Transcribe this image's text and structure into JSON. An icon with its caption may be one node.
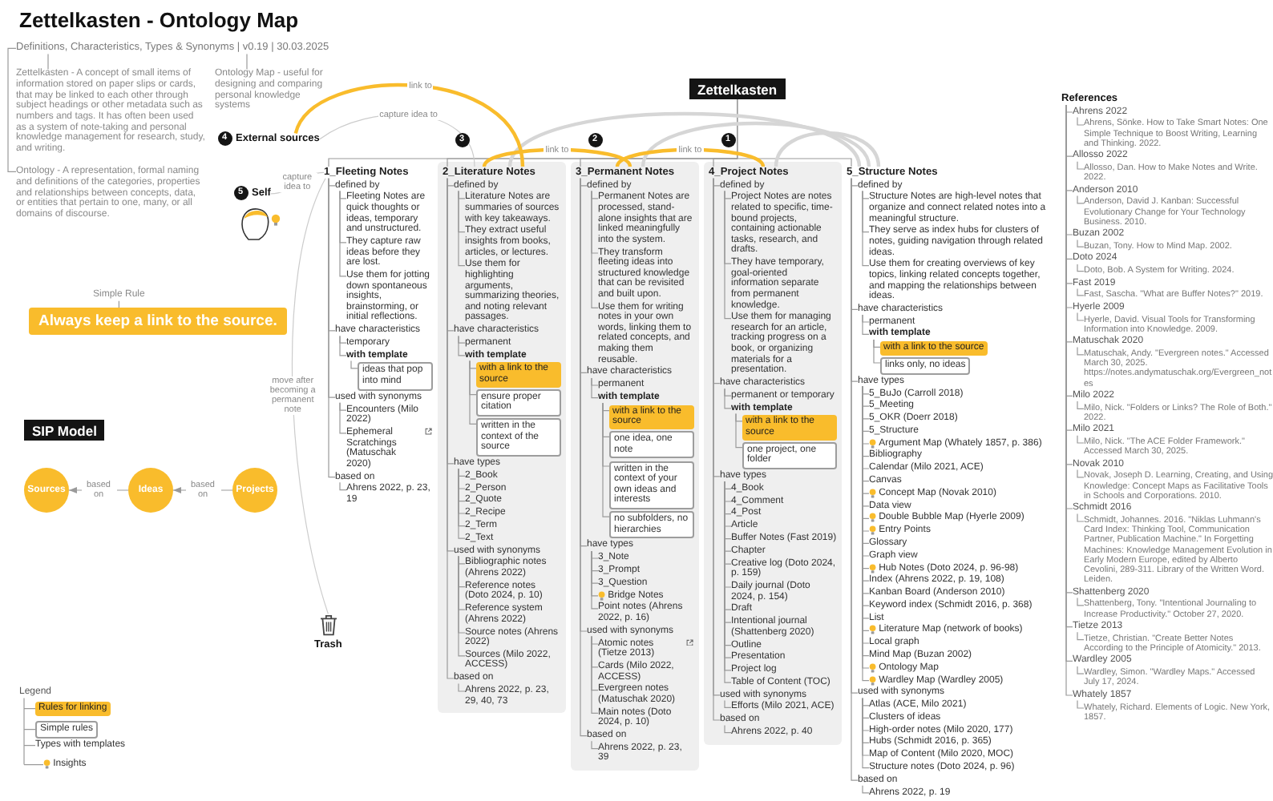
{
  "diagram": {
    "title": "Zettelkasten - Ontology Map",
    "nodes": [
      {
        "text": [
          "Definitions, Characteristics, Types & Synonyms | v0.19 | 30.03.2025"
        ]
      },
      {
        "text": [
          "Zettelkasten - A concept of small items of information stored on paper slips or cards, that may be linked to each other through subject headings or other metadata such as numbers and tags. It has often been used as a system of note-taking and personal knowledge management for research, study, and writing."
        ]
      },
      {
        "text": [
          "Ontology Map - useful for designing and comparing personal knowledge systems"
        ]
      },
      {
        "text": [
          "Ontology - A representation, formal naming and definitions of the categories, properties and relationships between concepts, data, or entities that pertain to one, many, or all domains of discourse."
        ]
      },
      {
        "text": [
          "Zettelkasten"
        ]
      },
      {
        "text": [
          "4"
        ]
      },
      {
        "text": [
          "External sources"
        ]
      },
      {
        "text": [
          "5"
        ]
      },
      {
        "text": [
          "Self"
        ]
      },
      {
        "text": [
          "Simple Rule"
        ]
      },
      {
        "text": [
          "Always keep a link to the source."
        ]
      },
      {
        "text": [
          "1_Fleeting Notes"
        ]
      },
      {
        "text": [
          "defined by"
        ]
      },
      {
        "text": [
          "Fleeting Notes are quick thoughts or ideas, temporary and unstructured."
        ]
      },
      {
        "text": [
          "They capture raw ideas before they are lost."
        ]
      },
      {
        "text": [
          "Use them for jotting down spontaneous insights, brainstorming, or initial reflections."
        ]
      },
      {
        "text": [
          "have characteristics"
        ]
      },
      {
        "text": [
          "temporary"
        ]
      },
      {
        "text": [
          "with template"
        ]
      },
      {
        "text": [
          "ideas that pop into mind"
        ]
      },
      {
        "text": [
          "used with synonyms"
        ]
      },
      {
        "text": [
          "Encounters (Milo 2022)"
        ]
      },
      {
        "text": [
          "Ephemeral Scratchings (Matuschak 2020)"
        ]
      },
      {
        "text": [
          "based on"
        ]
      },
      {
        "text": [
          "Ahrens 2022, p. 23, 19"
        ]
      },
      {
        "text": [
          "Trash"
        ]
      },
      {
        "text": [
          "3"
        ]
      },
      {
        "text": [],
        "shape": "box"
      },
      {
        "text": [
          "2_Literature Notes"
        ],
        "in": 27
      },
      {
        "text": [
          "defined by"
        ],
        "in": 27
      },
      {
        "text": [
          "Literature Notes are summaries of sources with key takeaways."
        ],
        "in": 27
      },
      {
        "text": [
          "They extract useful insights from books, articles, or lectures."
        ],
        "in": 27
      },
      {
        "text": [
          "Use them for highlighting arguments, summarizing theories, and noting relevant passages."
        ],
        "in": 27
      },
      {
        "text": [
          "have characteristics"
        ],
        "in": 27
      },
      {
        "text": [
          "permanent"
        ],
        "in": 27
      },
      {
        "text": [
          "with template"
        ],
        "in": 27
      },
      {
        "text": [
          "with a link to the source"
        ],
        "in": 27
      },
      {
        "text": [
          "ensure proper citation"
        ],
        "in": 27
      },
      {
        "text": [
          "written in the context of the source"
        ],
        "in": 27
      },
      {
        "text": [
          "have types"
        ],
        "in": 27
      },
      {
        "text": [
          "2_Book"
        ],
        "in": 27
      },
      {
        "text": [
          "2_Person"
        ],
        "in": 27
      },
      {
        "text": [
          "2_Quote"
        ],
        "in": 27
      },
      {
        "text": [
          "2_Recipe"
        ],
        "in": 27
      },
      {
        "text": [
          "2_Term"
        ],
        "in": 27
      },
      {
        "text": [
          "2_Text"
        ],
        "in": 27
      },
      {
        "text": [
          "used with synonyms"
        ],
        "in": 27
      },
      {
        "text": [
          "Bibliographic notes (Ahrens 2022)"
        ],
        "in": 27
      },
      {
        "text": [
          "Reference notes (Doto 2024, p. 10)"
        ],
        "in": 27
      },
      {
        "text": [
          "Reference system (Ahrens 2022)"
        ],
        "in": 27
      },
      {
        "text": [
          "Source notes (Ahrens 2022)"
        ],
        "in": 27
      },
      {
        "text": [
          "Sources (Milo 2022, ACCESS)"
        ],
        "in": 27
      },
      {
        "text": [
          "based on"
        ],
        "in": 27
      },
      {
        "text": [
          "Ahrens 2022, p. 23, 29, 40, 73"
        ],
        "in": 27
      },
      {
        "text": [
          "2"
        ]
      },
      {
        "text": [],
        "shape": "box"
      },
      {
        "text": [
          "3_Permanent Notes"
        ],
        "in": 55
      },
      {
        "text": [
          "defined by"
        ],
        "in": 55
      },
      {
        "text": [
          "Permanent Notes are processed, stand-alone insights that are linked meaningfully into the system."
        ],
        "in": 55
      },
      {
        "text": [
          "They transform fleeting ideas into structured knowledge that can be revisited and built upon."
        ],
        "in": 55
      },
      {
        "text": [
          "Use them for writing notes in your own words, linking them to related concepts, and making them reusable."
        ],
        "in": 55
      },
      {
        "text": [
          "have characteristics"
        ],
        "in": 55
      },
      {
        "text": [
          "permanent"
        ],
        "in": 55
      },
      {
        "text": [
          "with template"
        ],
        "in": 55
      },
      {
        "text": [
          "with a link to the source"
        ],
        "in": 55
      },
      {
        "text": [
          "one idea, one note"
        ],
        "in": 55
      },
      {
        "text": [
          "written in the context of your own ideas and interests"
        ],
        "in": 55
      },
      {
        "text": [
          "no subfolders, no hierarchies"
        ],
        "in": 55
      },
      {
        "text": [
          "have types"
        ],
        "in": 55
      },
      {
        "text": [
          "3_Note"
        ],
        "in": 55
      },
      {
        "text": [
          "3_Prompt"
        ],
        "in": 55
      },
      {
        "text": [
          "3_Question"
        ],
        "in": 55
      },
      {
        "text": [
          "Bridge Notes"
        ],
        "in": 55
      },
      {
        "text": [
          "Point notes (Ahrens 2022, p. 16)"
        ],
        "in": 55
      },
      {
        "text": [
          "used with synonyms"
        ],
        "in": 55
      },
      {
        "text": [
          "Atomic notes (Tietze 2013)"
        ],
        "in": 55
      },
      {
        "text": [
          "Cards (Milo 2022, ACCESS)"
        ],
        "in": 55
      },
      {
        "text": [
          "Evergreen notes (Matuschak 2020)"
        ],
        "in": 55
      },
      {
        "text": [
          "Main notes (Doto 2024, p. 10)"
        ],
        "in": 55
      },
      {
        "text": [
          "based on"
        ],
        "in": 55
      },
      {
        "text": [
          "Ahrens 2022, p. 23, 39"
        ],
        "in": 55
      },
      {
        "text": [
          "1"
        ]
      },
      {
        "text": [],
        "shape": "box"
      },
      {
        "text": [
          "4_Project Notes"
        ],
        "in": 82
      },
      {
        "text": [
          "defined by"
        ],
        "in": 82
      },
      {
        "text": [
          "Project Notes are notes related to specific, time-bound projects, containing actionable tasks, research, and drafts."
        ],
        "in": 82
      },
      {
        "text": [
          "They have temporary, goal-oriented information separate from permanent knowledge."
        ],
        "in": 82
      },
      {
        "text": [
          "Use them for managing research for an article, tracking progress on a book, or organizing materials for a presentation."
        ],
        "in": 82
      },
      {
        "text": [
          "have characteristics"
        ],
        "in": 82
      },
      {
        "text": [
          "permanent or temporary"
        ],
        "in": 82
      },
      {
        "text": [
          "with template"
        ],
        "in": 82
      },
      {
        "text": [
          "with a link to the source"
        ],
        "in": 82
      },
      {
        "text": [
          "one project, one folder"
        ],
        "in": 82
      },
      {
        "text": [
          "have types"
        ],
        "in": 82
      },
      {
        "text": [
          "4_Book"
        ],
        "in": 82
      },
      {
        "text": [
          "4_Comment"
        ],
        "in": 82
      },
      {
        "text": [
          "4_Post"
        ],
        "in": 82
      },
      {
        "text": [
          "Article"
        ],
        "in": 82
      },
      {
        "text": [
          "Buffer Notes (Fast 2019)"
        ],
        "in": 82
      },
      {
        "text": [
          "Chapter"
        ],
        "in": 82
      },
      {
        "text": [
          "Creative log (Doto 2024, p. 159)"
        ],
        "in": 82
      },
      {
        "text": [
          "Daily journal (Doto 2024, p. 154)"
        ],
        "in": 82
      },
      {
        "text": [
          "Draft"
        ],
        "in": 82
      },
      {
        "text": [
          "Intentional journal (Shattenberg 2020)"
        ],
        "in": 82
      },
      {
        "text": [
          "Outline"
        ],
        "in": 82
      },
      {
        "text": [
          "Presentation"
        ],
        "in": 82
      },
      {
        "text": [
          "Project log"
        ],
        "in": 82
      },
      {
        "text": [
          "Table of Content (TOC)"
        ],
        "in": 82
      },
      {
        "text": [
          "used with synonyms"
        ],
        "in": 82
      },
      {
        "text": [
          "Efforts (Milo 2021, ACE)"
        ],
        "in": 82
      },
      {
        "text": [
          "based on"
        ],
        "in": 82
      },
      {
        "text": [
          "Ahrens 2022, p. 40"
        ],
        "in": 82
      },
      {
        "text": [
          "5_Structure Notes"
        ]
      },
      {
        "text": [
          "defined by"
        ]
      },
      {
        "text": [
          "Structure Notes are high-level notes that organize and connect related notes into a meaningful structure."
        ]
      },
      {
        "text": [
          "They serve as index hubs for clusters of notes, guiding navigation through related ideas."
        ]
      },
      {
        "text": [
          "Use them for creating overviews of key topics, linking related concepts together, and mapping the relationships between ideas."
        ]
      },
      {
        "text": [
          "have characteristics"
        ]
      },
      {
        "text": [
          "permanent"
        ]
      },
      {
        "text": [
          "with template"
        ]
      },
      {
        "text": [
          "with a link to the source"
        ]
      },
      {
        "text": [
          "links only, no ideas"
        ]
      },
      {
        "text": [
          "have types"
        ]
      },
      {
        "text": [
          "5_BuJo (Carroll 2018)"
        ]
      },
      {
        "text": [
          "5_Meeting"
        ]
      },
      {
        "text": [
          "5_OKR (Doerr 2018)"
        ]
      },
      {
        "text": [
          "5_Structure"
        ]
      },
      {
        "text": [
          "Argument Map (Whately 1857, p. 386)"
        ]
      },
      {
        "text": [
          "Bibliography"
        ]
      },
      {
        "text": [
          "Calendar (Milo 2021, ACE)"
        ]
      },
      {
        "text": [
          "Canvas"
        ]
      },
      {
        "text": [
          "Concept Map (Novak 2010)"
        ]
      },
      {
        "text": [
          "Data view"
        ]
      },
      {
        "text": [
          "Double Bubble Map (Hyerle 2009)"
        ]
      },
      {
        "text": [
          "Entry Points"
        ]
      },
      {
        "text": [
          "Glossary"
        ]
      },
      {
        "text": [
          "Graph view"
        ]
      },
      {
        "text": [
          "Hub Notes (Doto 2024, p. 96-98)"
        ]
      },
      {
        "text": [
          "Index (Ahrens 2022, p. 19, 108)"
        ]
      },
      {
        "text": [
          "Kanban Board (Anderson 2010)"
        ]
      },
      {
        "text": [
          "Keyword index (Schmidt 2016, p. 368)"
        ]
      },
      {
        "text": [
          "List"
        ]
      },
      {
        "text": [
          "Literature Map (network of books)"
        ]
      },
      {
        "text": [
          "Local graph"
        ]
      },
      {
        "text": [
          "Mind Map (Buzan 2002)"
        ]
      },
      {
        "text": [
          "Ontology Map"
        ]
      },
      {
        "text": [
          "Wardley Map (Wardley 2005)"
        ]
      },
      {
        "text": [
          "used with synonyms"
        ]
      },
      {
        "text": [
          "Atlas (ACE, Milo 2021)"
        ]
      },
      {
        "text": [
          "Clusters of ideas"
        ]
      },
      {
        "text": [
          "High-order notes (Milo 2020, 177)"
        ]
      },
      {
        "text": [
          "Hubs (Schmidt 2016, p. 365)"
        ]
      },
      {
        "text": [
          "Map of Content (Milo 2020, MOC)"
        ]
      },
      {
        "text": [
          "Structure notes (Doto 2024, p. 96)"
        ]
      },
      {
        "text": [
          "based on"
        ]
      },
      {
        "text": [
          "Ahrens 2022, p. 19"
        ]
      },
      {
        "text": [
          "References"
        ]
      },
      {
        "text": [
          "Ahrens 2022"
        ]
      },
      {
        "text": [
          "Ahrens, Sönke. How to Take Smart Notes: One Simple Technique to Boost Writing, Learning and Thinking. 2022."
        ]
      },
      {
        "text": [
          "Allosso 2022"
        ]
      },
      {
        "text": [
          "Allosso, Dan. How to Make Notes and Write. 2022."
        ]
      },
      {
        "text": [
          "Anderson 2010"
        ]
      },
      {
        "text": [
          "Anderson, David J. Kanban: Successful Evolutionary Change for Your Technology Business. 2010."
        ]
      },
      {
        "text": [
          "Buzan 2002"
        ]
      },
      {
        "text": [
          "Buzan, Tony. How to Mind Map. 2002."
        ]
      },
      {
        "text": [
          "Doto 2024"
        ]
      },
      {
        "text": [
          "Doto, Bob. A System for Writing. 2024."
        ]
      },
      {
        "text": [
          "Fast 2019"
        ]
      },
      {
        "text": [
          "Fast, Sascha. \"What are Buffer Notes?\" 2019."
        ]
      },
      {
        "text": [
          "Hyerle 2009"
        ]
      },
      {
        "text": [
          "Hyerle, David. Visual Tools for Transforming Information into Knowledge. 2009."
        ]
      },
      {
        "text": [
          "Matuschak 2020"
        ]
      },
      {
        "text": [
          "Matuschak, Andy. \"Evergreen notes.\" Accessed March 30, 2025. https://notes.andymatuschak.org/Evergreen_notes"
        ]
      },
      {
        "text": [
          "Milo 2022"
        ]
      },
      {
        "text": [
          "Milo, Nick. \"Folders or Links? The Role of Both.\" 2022."
        ]
      },
      {
        "text": [
          "Milo 2021"
        ]
      },
      {
        "text": [
          "Milo, Nick. \"The ACE Folder Framework.\" Accessed March 30, 2025."
        ]
      },
      {
        "text": [
          "Novak 2010"
        ]
      },
      {
        "text": [
          "Novak, Joseph D. Learning, Creating, and Using Knowledge: Concept Maps as Facilitative Tools in Schools and Corporations. 2010."
        ]
      },
      {
        "text": [
          "Schmidt 2016"
        ]
      },
      {
        "text": [
          "Schmidt, Johannes. 2016. \"Niklas Luhmann's Card Index: Thinking Tool, Communication Partner, Publication Machine.\" In Forgetting Machines: Knowledge Management Evolution in Early Modern Europe, edited by Alberto Cevolini, 289-311. Library of the Written Word. Leiden."
        ]
      },
      {
        "text": [
          "Shattenberg 2020"
        ]
      },
      {
        "text": [
          "Shattenberg, Tony. \"Intentional Journaling to Increase Productivity.\" October 27, 2020."
        ]
      },
      {
        "text": [
          "Tietze 2013"
        ]
      },
      {
        "text": [
          "Tietze, Christian. \"Create Better Notes According to the Principle of Atomicity.\" 2013."
        ]
      },
      {
        "text": [
          "Wardley 2005"
        ]
      },
      {
        "text": [
          "Wardley, Simon. \"Wardley Maps.\" Accessed July 17, 2024."
        ]
      },
      {
        "text": [
          "Whately 1857"
        ]
      },
      {
        "text": [
          "Whately, Richard. Elements of Logic. New York, 1857."
        ]
      },
      {
        "text": [
          "SIP Model"
        ]
      },
      {
        "text": [
          "Sources"
        ]
      },
      {
        "text": [
          "Ideas"
        ]
      },
      {
        "text": [
          "Projects"
        ]
      }
    ],
    "edges": [
      {
        "from": 0,
        "to": 1,
        "arrow": "none"
      },
      {
        "from": 0,
        "to": 2,
        "arrow": "none"
      },
      {
        "from": 0,
        "to": 3,
        "arrow": "none"
      },
      {
        "from": 9,
        "to": 10,
        "arrow": "none"
      },
      {
        "from": 4,
        "to": 11,
        "arrow": "none"
      },
      {
        "from": 4,
        "to": 28,
        "arrow": "none"
      },
      {
        "from": 4,
        "to": 56,
        "arrow": "none"
      },
      {
        "from": 4,
        "to": 83,
        "arrow": "none"
      },
      {
        "from": 4,
        "to": 112,
        "arrow": "none"
      },
      {
        "from": 112,
        "to": 28,
        "arrow": "none",
        "style": "thick",
        "color": "#d6d6d6"
      },
      {
        "from": 112,
        "to": 56,
        "arrow": "none",
        "style": "thick",
        "color": "#d6d6d6"
      },
      {
        "from": 112,
        "to": 83,
        "arrow": "none",
        "style": "thick",
        "color": "#d6d6d6"
      },
      {
        "from": 83,
        "to": 56,
        "arrow": "none",
        "label": "link to",
        "style": "thick",
        "color": "#f9bc2c"
      },
      {
        "from": 56,
        "to": 28,
        "arrow": "none",
        "label": "link to",
        "style": "thick",
        "color": "#f9bc2c"
      },
      {
        "from": 28,
        "to": 6,
        "arrow": "none",
        "label": "link to",
        "style": "thick",
        "color": "#f9bc2c"
      },
      {
        "from": 6,
        "to": 28,
        "arrow": "none",
        "label": "capture idea to",
        "color": "#cccccc"
      },
      {
        "from": 8,
        "to": 11,
        "arrow": "none",
        "label": "capture idea to",
        "color": "#cccccc"
      },
      {
        "from": 11,
        "to": 25,
        "arrow": "none",
        "label": "move after becoming a permanent note",
        "color": "#cccccc"
      },
      {
        "from": 11,
        "to": 12,
        "arrow": "none"
      },
      {
        "from": 12,
        "to": 13,
        "arrow": "none"
      },
      {
        "from": 12,
        "to": 14,
        "arrow": "none"
      },
      {
        "from": 12,
        "to": 15,
        "arrow": "none"
      },
      {
        "from": 11,
        "to": 16,
        "arrow": "none"
      },
      {
        "from": 16,
        "to": 17,
        "arrow": "none"
      },
      {
        "from": 16,
        "to": 18,
        "arrow": "none"
      },
      {
        "from": 18,
        "to": 19,
        "arrow": "none"
      },
      {
        "from": 11,
        "to": 20,
        "arrow": "none"
      },
      {
        "from": 20,
        "to": 21,
        "arrow": "none"
      },
      {
        "from": 20,
        "to": 22,
        "arrow": "none"
      },
      {
        "from": 11,
        "to": 23,
        "arrow": "none"
      },
      {
        "from": 23,
        "to": 24,
        "arrow": "none"
      },
      {
        "from": 28,
        "to": 29,
        "arrow": "none"
      },
      {
        "from": 29,
        "to": 30,
        "arrow": "none"
      },
      {
        "from": 29,
        "to": 31,
        "arrow": "none"
      },
      {
        "from": 29,
        "to": 32,
        "arrow": "none"
      },
      {
        "from": 28,
        "to": 33,
        "arrow": "none"
      },
      {
        "from": 33,
        "to": 34,
        "arrow": "none"
      },
      {
        "from": 33,
        "to": 35,
        "arrow": "none"
      },
      {
        "from": 35,
        "to": 36,
        "arrow": "none"
      },
      {
        "from": 35,
        "to": 37,
        "arrow": "none"
      },
      {
        "from": 35,
        "to": 38,
        "arrow": "none"
      },
      {
        "from": 28,
        "to": 39,
        "arrow": "none"
      },
      {
        "from": 39,
        "to": 40,
        "arrow": "none"
      },
      {
        "from": 39,
        "to": 41,
        "arrow": "none"
      },
      {
        "from": 39,
        "to": 42,
        "arrow": "none"
      },
      {
        "from": 39,
        "to": 43,
        "arrow": "none"
      },
      {
        "from": 39,
        "to": 44,
        "arrow": "none"
      },
      {
        "from": 39,
        "to": 45,
        "arrow": "none"
      },
      {
        "from": 28,
        "to": 46,
        "arrow": "none"
      },
      {
        "from": 46,
        "to": 47,
        "arrow": "none"
      },
      {
        "from": 46,
        "to": 48,
        "arrow": "none"
      },
      {
        "from": 46,
        "to": 49,
        "arrow": "none"
      },
      {
        "from": 46,
        "to": 50,
        "arrow": "none"
      },
      {
        "from": 46,
        "to": 51,
        "arrow": "none"
      },
      {
        "from": 28,
        "to": 52,
        "arrow": "none"
      },
      {
        "from": 52,
        "to": 53,
        "arrow": "none"
      },
      {
        "from": 56,
        "to": 57,
        "arrow": "none"
      },
      {
        "from": 57,
        "to": 58,
        "arrow": "none"
      },
      {
        "from": 57,
        "to": 59,
        "arrow": "none"
      },
      {
        "from": 57,
        "to": 60,
        "arrow": "none"
      },
      {
        "from": 56,
        "to": 61,
        "arrow": "none"
      },
      {
        "from": 61,
        "to": 62,
        "arrow": "none"
      },
      {
        "from": 61,
        "to": 63,
        "arrow": "none"
      },
      {
        "from": 63,
        "to": 64,
        "arrow": "none"
      },
      {
        "from": 63,
        "to": 65,
        "arrow": "none"
      },
      {
        "from": 63,
        "to": 66,
        "arrow": "none"
      },
      {
        "from": 63,
        "to": 67,
        "arrow": "none"
      },
      {
        "from": 56,
        "to": 68,
        "arrow": "none"
      },
      {
        "from": 68,
        "to": 69,
        "arrow": "none"
      },
      {
        "from": 68,
        "to": 70,
        "arrow": "none"
      },
      {
        "from": 68,
        "to": 71,
        "arrow": "none"
      },
      {
        "from": 68,
        "to": 72,
        "arrow": "none"
      },
      {
        "from": 68,
        "to": 73,
        "arrow": "none"
      },
      {
        "from": 56,
        "to": 74,
        "arrow": "none"
      },
      {
        "from": 74,
        "to": 75,
        "arrow": "none"
      },
      {
        "from": 74,
        "to": 76,
        "arrow": "none"
      },
      {
        "from": 74,
        "to": 77,
        "arrow": "none"
      },
      {
        "from": 74,
        "to": 78,
        "arrow": "none"
      },
      {
        "from": 56,
        "to": 79,
        "arrow": "none"
      },
      {
        "from": 79,
        "to": 80,
        "arrow": "none"
      },
      {
        "from": 83,
        "to": 84,
        "arrow": "none"
      },
      {
        "from": 84,
        "to": 85,
        "arrow": "none"
      },
      {
        "from": 84,
        "to": 86,
        "arrow": "none"
      },
      {
        "from": 84,
        "to": 87,
        "arrow": "none"
      },
      {
        "from": 83,
        "to": 88,
        "arrow": "none"
      },
      {
        "from": 88,
        "to": 89,
        "arrow": "none"
      },
      {
        "from": 88,
        "to": 90,
        "arrow": "none"
      },
      {
        "from": 90,
        "to": 91,
        "arrow": "none"
      },
      {
        "from": 90,
        "to": 92,
        "arrow": "none"
      },
      {
        "from": 83,
        "to": 93,
        "arrow": "none"
      },
      {
        "from": 93,
        "to": 94,
        "arrow": "none"
      },
      {
        "from": 93,
        "to": 95,
        "arrow": "none"
      },
      {
        "from": 93,
        "to": 96,
        "arrow": "none"
      },
      {
        "from": 93,
        "to": 97,
        "arrow": "none"
      },
      {
        "from": 93,
        "to": 98,
        "arrow": "none"
      },
      {
        "from": 93,
        "to": 99,
        "arrow": "none"
      },
      {
        "from": 93,
        "to": 100,
        "arrow": "none"
      },
      {
        "from": 93,
        "to": 101,
        "arrow": "none"
      },
      {
        "from": 93,
        "to": 102,
        "arrow": "none"
      },
      {
        "from": 93,
        "to": 103,
        "arrow": "none"
      },
      {
        "from": 93,
        "to": 104,
        "arrow": "none"
      },
      {
        "from": 93,
        "to": 105,
        "arrow": "none"
      },
      {
        "from": 93,
        "to": 106,
        "arrow": "none"
      },
      {
        "from": 93,
        "to": 107,
        "arrow": "none"
      },
      {
        "from": 83,
        "to": 108,
        "arrow": "none"
      },
      {
        "from": 108,
        "to": 109,
        "arrow": "none"
      },
      {
        "from": 83,
        "to": 110,
        "arrow": "none"
      },
      {
        "from": 110,
        "to": 111,
        "arrow": "none"
      },
      {
        "from": 112,
        "to": 113,
        "arrow": "none"
      },
      {
        "from": 113,
        "to": 114,
        "arrow": "none"
      },
      {
        "from": 113,
        "to": 115,
        "arrow": "none"
      },
      {
        "from": 113,
        "to": 116,
        "arrow": "none"
      },
      {
        "from": 112,
        "to": 117,
        "arrow": "none"
      },
      {
        "from": 117,
        "to": 118,
        "arrow": "none"
      },
      {
        "from": 117,
        "to": 119,
        "arrow": "none"
      },
      {
        "from": 119,
        "to": 120,
        "arrow": "none"
      },
      {
        "from": 119,
        "to": 121,
        "arrow": "none"
      },
      {
        "from": 112,
        "to": 122,
        "arrow": "none"
      },
      {
        "from": 122,
        "to": 123,
        "arrow": "none"
      },
      {
        "from": 122,
        "to": 124,
        "arrow": "none"
      },
      {
        "from": 122,
        "to": 125,
        "arrow": "none"
      },
      {
        "from": 122,
        "to": 126,
        "arrow": "none"
      },
      {
        "from": 122,
        "to": 127,
        "arrow": "none"
      },
      {
        "from": 122,
        "to": 128,
        "arrow": "none"
      },
      {
        "from": 122,
        "to": 129,
        "arrow": "none"
      },
      {
        "from": 122,
        "to": 130,
        "arrow": "none"
      },
      {
        "from": 122,
        "to": 131,
        "arrow": "none"
      },
      {
        "from": 122,
        "to": 132,
        "arrow": "none"
      },
      {
        "from": 122,
        "to": 133,
        "arrow": "none"
      },
      {
        "from": 122,
        "to": 134,
        "arrow": "none"
      },
      {
        "from": 122,
        "to": 135,
        "arrow": "none"
      },
      {
        "from": 122,
        "to": 136,
        "arrow": "none"
      },
      {
        "from": 122,
        "to": 137,
        "arrow": "none"
      },
      {
        "from": 122,
        "to": 138,
        "arrow": "none"
      },
      {
        "from": 122,
        "to": 139,
        "arrow": "none"
      },
      {
        "from": 122,
        "to": 140,
        "arrow": "none"
      },
      {
        "from": 122,
        "to": 141,
        "arrow": "none"
      },
      {
        "from": 122,
        "to": 142,
        "arrow": "none"
      },
      {
        "from": 122,
        "to": 143,
        "arrow": "none"
      },
      {
        "from": 122,
        "to": 144,
        "arrow": "none"
      },
      {
        "from": 122,
        "to": 145,
        "arrow": "none"
      },
      {
        "from": 122,
        "to": 146,
        "arrow": "none"
      },
      {
        "from": 112,
        "to": 147,
        "arrow": "none"
      },
      {
        "from": 147,
        "to": 148,
        "arrow": "none"
      },
      {
        "from": 147,
        "to": 149,
        "arrow": "none"
      },
      {
        "from": 147,
        "to": 150,
        "arrow": "none"
      },
      {
        "from": 147,
        "to": 151,
        "arrow": "none"
      },
      {
        "from": 147,
        "to": 152,
        "arrow": "none"
      },
      {
        "from": 147,
        "to": 153,
        "arrow": "none"
      },
      {
        "from": 112,
        "to": 154,
        "arrow": "none"
      },
      {
        "from": 154,
        "to": 155,
        "arrow": "none"
      },
      {
        "from": 156,
        "to": 157,
        "arrow": "none"
      },
      {
        "from": 157,
        "to": 158,
        "arrow": "none"
      },
      {
        "from": 156,
        "to": 159,
        "arrow": "none"
      },
      {
        "from": 159,
        "to": 160,
        "arrow": "none"
      },
      {
        "from": 156,
        "to": 161,
        "arrow": "none"
      },
      {
        "from": 161,
        "to": 162,
        "arrow": "none"
      },
      {
        "from": 156,
        "to": 163,
        "arrow": "none"
      },
      {
        "from": 163,
        "to": 164,
        "arrow": "none"
      },
      {
        "from": 156,
        "to": 165,
        "arrow": "none"
      },
      {
        "from": 165,
        "to": 166,
        "arrow": "none"
      },
      {
        "from": 156,
        "to": 167,
        "arrow": "none"
      },
      {
        "from": 167,
        "to": 168,
        "arrow": "none"
      },
      {
        "from": 156,
        "to": 169,
        "arrow": "none"
      },
      {
        "from": 169,
        "to": 170,
        "arrow": "none"
      },
      {
        "from": 156,
        "to": 171,
        "arrow": "none"
      },
      {
        "from": 171,
        "to": 172,
        "arrow": "none"
      },
      {
        "from": 156,
        "to": 173,
        "arrow": "none"
      },
      {
        "from": 173,
        "to": 174,
        "arrow": "none"
      },
      {
        "from": 156,
        "to": 175,
        "arrow": "none"
      },
      {
        "from": 175,
        "to": 176,
        "arrow": "none"
      },
      {
        "from": 156,
        "to": 177,
        "arrow": "none"
      },
      {
        "from": 177,
        "to": 178,
        "arrow": "none"
      },
      {
        "from": 156,
        "to": 179,
        "arrow": "none"
      },
      {
        "from": 179,
        "to": 180,
        "arrow": "none"
      },
      {
        "from": 156,
        "to": 181,
        "arrow": "none"
      },
      {
        "from": 181,
        "to": 182,
        "arrow": "none"
      },
      {
        "from": 156,
        "to": 183,
        "arrow": "none"
      },
      {
        "from": 183,
        "to": 184,
        "arrow": "none"
      },
      {
        "from": 156,
        "to": 185,
        "arrow": "none"
      },
      {
        "from": 185,
        "to": 186,
        "arrow": "none"
      },
      {
        "from": 156,
        "to": 187,
        "arrow": "none"
      },
      {
        "from": 187,
        "to": 188,
        "arrow": "none"
      },
      {
        "from": 191,
        "to": 190,
        "arrow": "to",
        "label": "based on"
      },
      {
        "from": 192,
        "to": 191,
        "arrow": "to",
        "label": "based on"
      }
    ],
    "labels": [
      "Legend"
    ],
    "legend": [
      {
        "text": "Rules for linking",
        "color": "#f9bc2c"
      },
      {
        "text": "Simple rules"
      },
      {
        "text": "Types with templates"
      },
      {
        "text": "Insights"
      }
    ]
  }
}
